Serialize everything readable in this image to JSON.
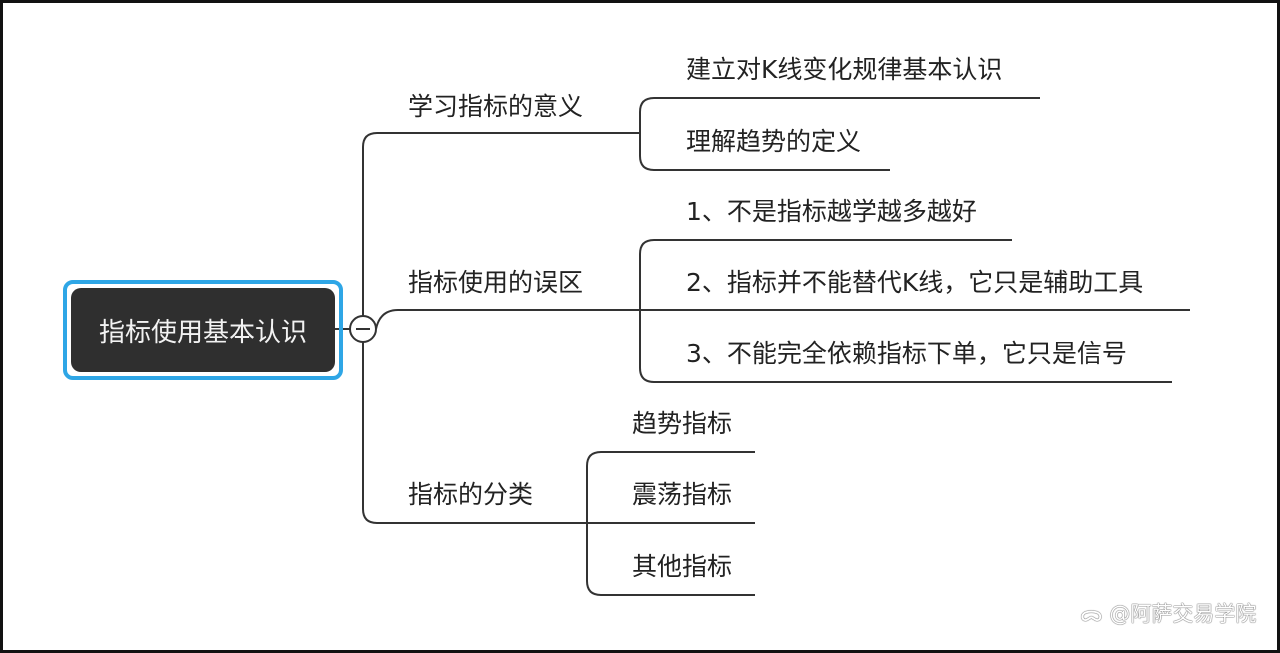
{
  "root": {
    "label": "指标使用基本认识",
    "collapse_icon": "minus-circle"
  },
  "branches": [
    {
      "label": "学习指标的意义",
      "children": [
        "建立对K线变化规律基本认识",
        "理解趋势的定义"
      ]
    },
    {
      "label": "指标使用的误区",
      "children": [
        "1、不是指标越学越多越好",
        "2、指标并不能替代K线，它只是辅助工具",
        "3、不能完全依赖指标下单，它只是信号"
      ]
    },
    {
      "label": "指标的分类",
      "children": [
        "趋势指标",
        "震荡指标",
        "其他指标"
      ]
    }
  ],
  "watermark": "@阿萨交易学院",
  "colors": {
    "root_bg": "#2f2f2f",
    "root_border": "#2ea6e6",
    "line": "#333333"
  }
}
